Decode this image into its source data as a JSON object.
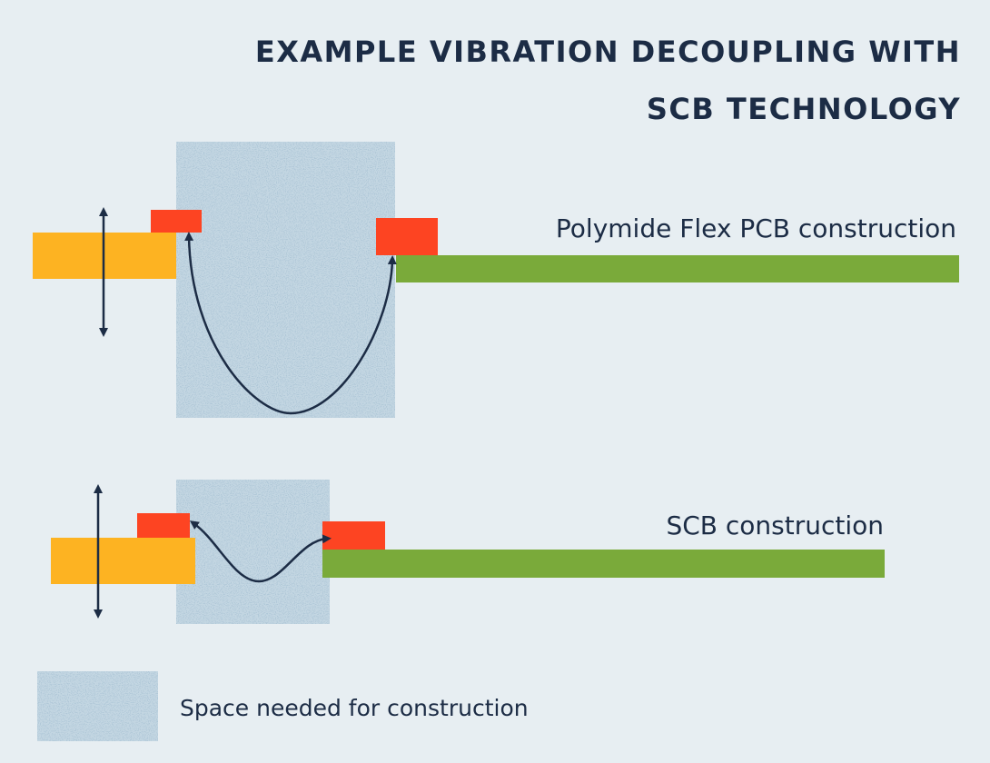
{
  "title": {
    "line1": "EXAMPLE VIBRATION DECOUPLING WITH",
    "line2": "SCB TECHNOLOGY"
  },
  "constructions": {
    "polymide_flex_label": "Polymide Flex PCB construction",
    "scb_label": "SCB construction"
  },
  "legend": {
    "space_label": "Space needed for construction"
  },
  "colors": {
    "background": "#e7eef2",
    "text": "#1c2c45",
    "space_pattern_base": "#c3d6e2",
    "space_pattern_speckle": "#6f94b0",
    "rigid_board": "#fdb322",
    "connector": "#fd4422",
    "flex_board": "#7aaa3a",
    "arrow": "#1c2c45"
  }
}
